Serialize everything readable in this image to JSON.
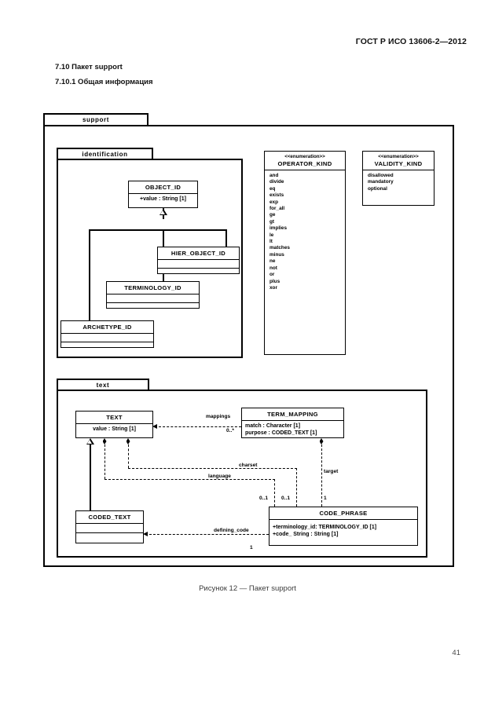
{
  "document": {
    "header": "ГОСТ Р ИСО 13606-2—2012",
    "section_title": "7.10 Пакет support",
    "subsection_title": "7.10.1 Общая информация",
    "figure_caption": "Рисунок 12 — Пакет support",
    "page_number": "41"
  },
  "diagram": {
    "packages": {
      "support": "support",
      "identification": "identification",
      "text": "text"
    },
    "classes": {
      "object_id": {
        "name": "OBJECT_ID",
        "attrs": [
          "+value : String [1]"
        ]
      },
      "hier_object_id": {
        "name": "HIER_OBJECT_ID",
        "attrs": []
      },
      "terminology_id": {
        "name": "TERMINOLOGY_ID",
        "attrs": []
      },
      "archetype_id": {
        "name": "ARCHETYPE_ID",
        "attrs": []
      },
      "text": {
        "name": "TEXT",
        "attrs": [
          "value : String [1]"
        ]
      },
      "coded_text": {
        "name": "CODED_TEXT",
        "attrs": []
      },
      "term_mapping": {
        "name": "TERM_MAPPING",
        "attrs": [
          "match : Character [1]",
          "purpose : CODED_TEXT [1]"
        ]
      },
      "code_phrase": {
        "name": "CODE_PHRASE",
        "attrs": [
          "+terminology_id: TERMINOLOGY_ID [1]",
          "+code_ String : String [1]"
        ]
      }
    },
    "enumerations": {
      "operator_kind": {
        "stereotype": "<<enumeration>>",
        "name": "OPERATOR_KIND",
        "literals": [
          "and",
          "divide",
          "eq",
          "exists",
          "exp",
          "for_all",
          "ge",
          "gt",
          "implies",
          "le",
          "lt",
          "matches",
          "minus",
          "ne",
          "not",
          "or",
          "plus",
          "xor"
        ]
      },
      "validity_kind": {
        "stereotype": "<<enumeration>>",
        "name": "VALIDITY_KIND",
        "literals": [
          "disallowed",
          "mandatory",
          "optional"
        ]
      }
    },
    "associations": {
      "mappings": {
        "role": "mappings",
        "multiplicity": "0..*"
      },
      "charset": {
        "role": "charset",
        "multiplicity": "0..1"
      },
      "language": {
        "role": "language",
        "multiplicity": "0..1"
      },
      "target": {
        "role": "target",
        "multiplicity": "1"
      },
      "defining_code": {
        "role": "defining_code",
        "multiplicity": "1"
      }
    }
  },
  "colors": {
    "ink": "#000000",
    "paper": "#ffffff",
    "text_gray": "#3a3a3a"
  }
}
